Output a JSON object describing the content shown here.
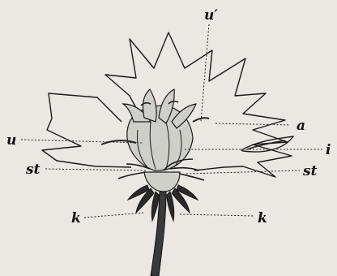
{
  "labels": {
    "u_prime": "u′",
    "a": "a",
    "u": "u",
    "i": "i",
    "st_left": "st",
    "st_right": "st",
    "k_left": "k",
    "k_right": "k"
  }
}
